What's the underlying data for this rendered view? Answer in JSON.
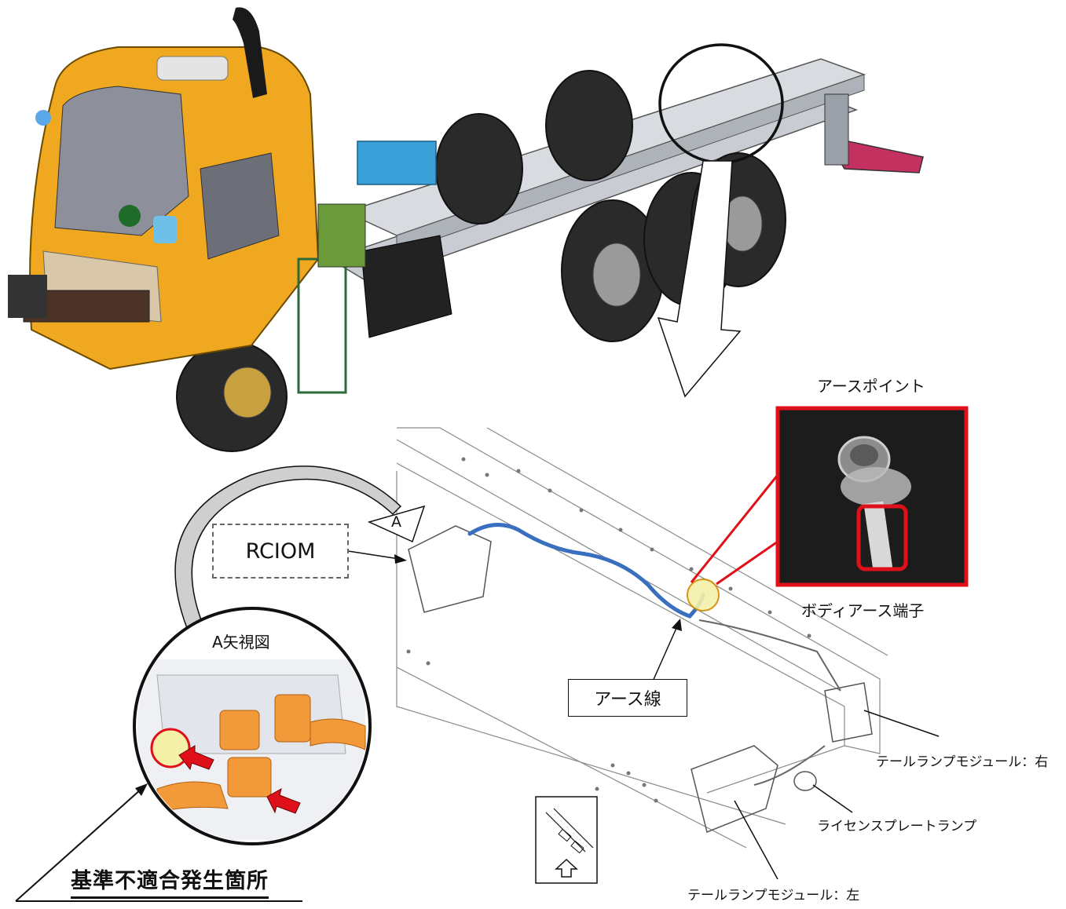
{
  "labels": {
    "earth_point": "アースポイント",
    "body_earth_terminal": "ボディアース端子",
    "rciom": "RCIOM",
    "view_a": "A",
    "view_a_caption": "A矢視図",
    "earth_wire": "アース線",
    "tail_lamp_right": "テールランプモジュール：右",
    "license_plate_lamp": "ライセンスプレートランプ",
    "tail_lamp_left": "テールランプモジュール：左",
    "nonconformity_location": "基準不適合発生箇所"
  },
  "colors": {
    "cab": "#f0a820",
    "highlight_red": "#e0101a",
    "earth_wire_blue": "#3a6fc0",
    "terminal_highlight": "#f5f0a8",
    "connector_orange": "#f29a3a"
  }
}
